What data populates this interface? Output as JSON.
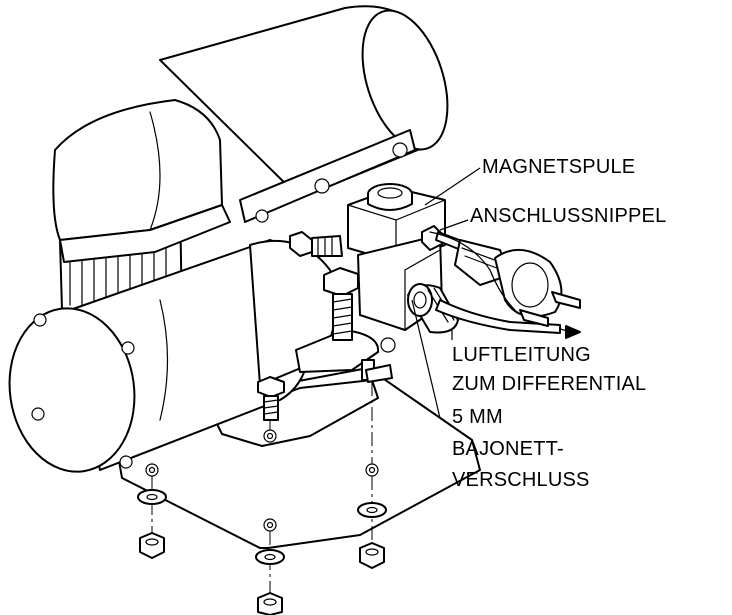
{
  "labels": {
    "solenoid": "MAGNETSPULE",
    "fitting": "ANSCHLUSSNIPPEL",
    "air_line_1": "LUFTLEITUNG",
    "air_line_2": "ZUM DIFFERENTIAL",
    "size": "5 MM",
    "bayonet_1": "BAJONETT-",
    "bayonet_2": "VERSCHLUSS"
  }
}
